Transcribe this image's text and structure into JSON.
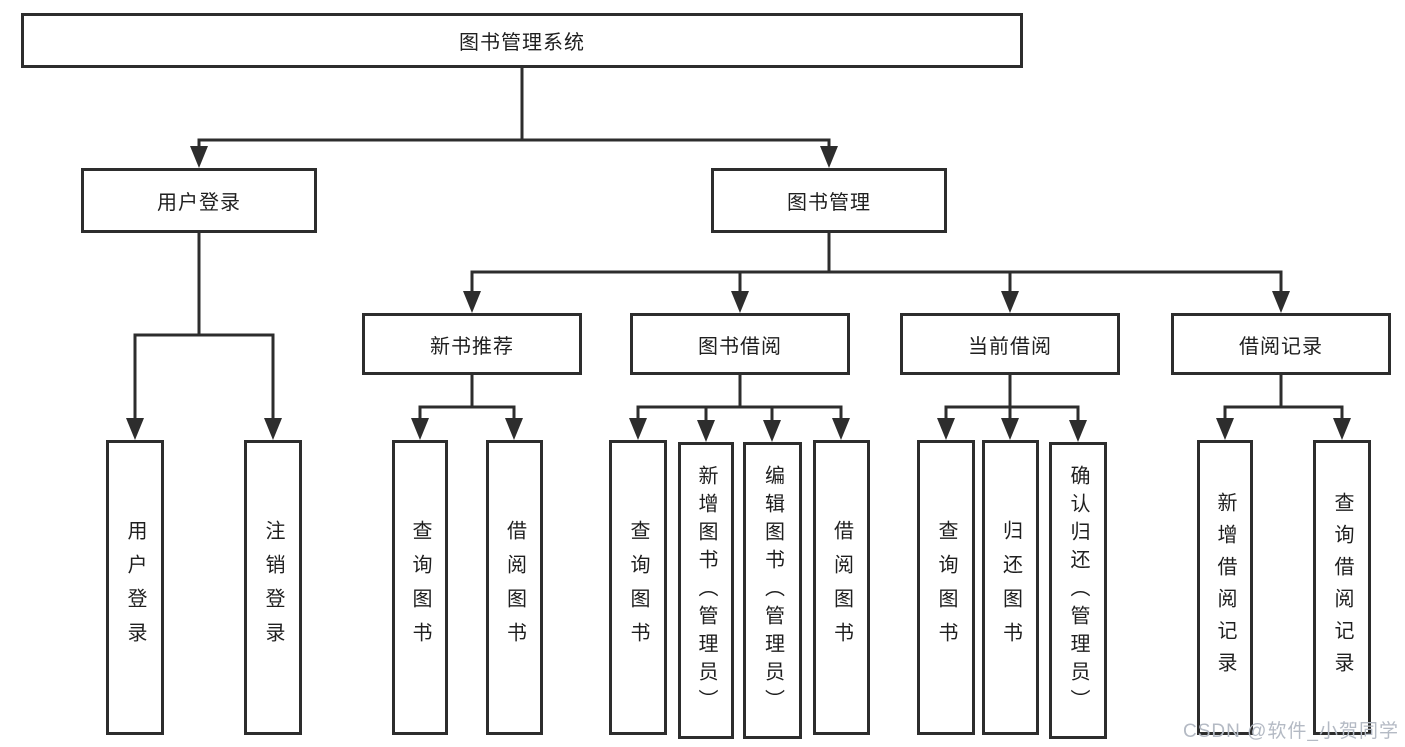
{
  "diagram": {
    "root": {
      "label": "图书管理系统"
    },
    "level2": [
      {
        "label": "用户登录"
      },
      {
        "label": "图书管理"
      }
    ],
    "level3": [
      {
        "label": "新书推荐"
      },
      {
        "label": "图书借阅"
      },
      {
        "label": "当前借阅"
      },
      {
        "label": "借阅记录"
      }
    ],
    "leaves": [
      {
        "label": "用户登录"
      },
      {
        "label": "注销登录"
      },
      {
        "label": "查询图书"
      },
      {
        "label": "借阅图书"
      },
      {
        "label": "查询图书"
      },
      {
        "label": "新增图书（管理员）"
      },
      {
        "label": "编辑图书（管理员）"
      },
      {
        "label": "借阅图书"
      },
      {
        "label": "查询图书"
      },
      {
        "label": "归还图书"
      },
      {
        "label": "确认归还（管理员）"
      },
      {
        "label": "新增借阅记录"
      },
      {
        "label": "查询借阅记录"
      }
    ]
  },
  "colors": {
    "line": "#2d2d2d",
    "text": "#1f1f1f",
    "watermark": "#b4bac4",
    "background": "#ffffff"
  },
  "watermark": {
    "text": "CSDN @软件_小贺同学"
  }
}
